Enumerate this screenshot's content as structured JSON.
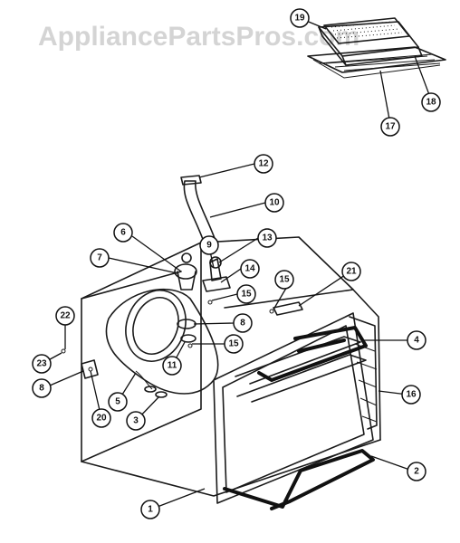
{
  "watermark": "AppliancePartsPros.com",
  "callouts": [
    {
      "id": "c19",
      "label": "19"
    },
    {
      "id": "c18",
      "label": "18"
    },
    {
      "id": "c17",
      "label": "17"
    },
    {
      "id": "c12",
      "label": "12"
    },
    {
      "id": "c10",
      "label": "10"
    },
    {
      "id": "c6",
      "label": "6"
    },
    {
      "id": "c9",
      "label": "9"
    },
    {
      "id": "c13",
      "label": "13"
    },
    {
      "id": "c7",
      "label": "7"
    },
    {
      "id": "c14",
      "label": "14"
    },
    {
      "id": "c15a",
      "label": "15"
    },
    {
      "id": "c15b",
      "label": "15"
    },
    {
      "id": "c21",
      "label": "21"
    },
    {
      "id": "c22",
      "label": "22"
    },
    {
      "id": "c8a",
      "label": "8"
    },
    {
      "id": "c15c",
      "label": "15"
    },
    {
      "id": "c4",
      "label": "4"
    },
    {
      "id": "c23",
      "label": "23"
    },
    {
      "id": "c11",
      "label": "11"
    },
    {
      "id": "c8b",
      "label": "8"
    },
    {
      "id": "c16",
      "label": "16"
    },
    {
      "id": "c5",
      "label": "5"
    },
    {
      "id": "c20",
      "label": "20"
    },
    {
      "id": "c3",
      "label": "3"
    },
    {
      "id": "c2",
      "label": "2"
    },
    {
      "id": "c1",
      "label": "1"
    }
  ]
}
